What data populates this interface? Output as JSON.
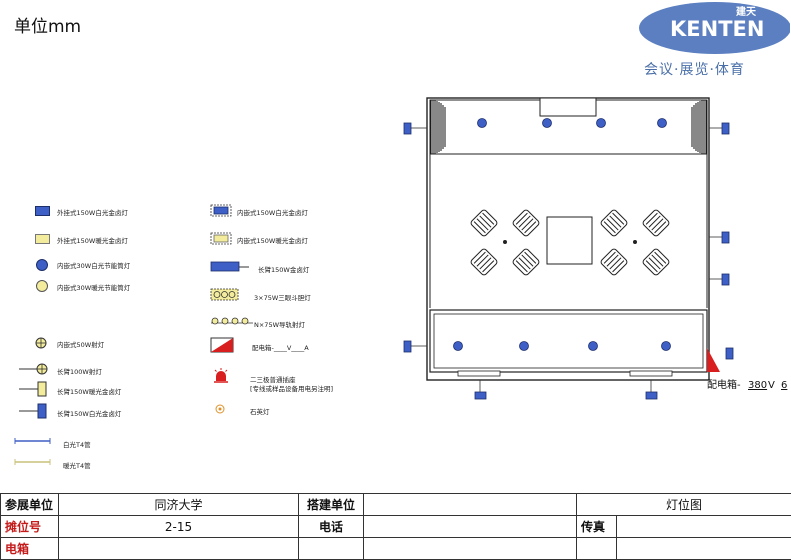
{
  "header": {
    "unit_label": "单位mm",
    "logo_text": "KENTEN",
    "logo_cn": "建天",
    "logo_tagline": "会议·展览·体育"
  },
  "legend": {
    "left": [
      {
        "label": "外挂式150W白光金卤灯",
        "icon": "blue-square-icon"
      },
      {
        "label": "外挂式150W暖光金卤灯",
        "icon": "yellow-square-icon"
      },
      {
        "label": "内嵌式30W白光节能筒灯",
        "icon": "blue-circle-icon"
      },
      {
        "label": "内嵌式30W暖光节能筒灯",
        "icon": "yellow-circle-icon"
      },
      {
        "label": "内嵌式50W射灯",
        "icon": "spotlight-icon"
      },
      {
        "label": "长臂100W射灯",
        "icon": "arm-spotlight-icon"
      },
      {
        "label": "长臂150W暖光金卤灯",
        "icon": "arm-warm-lamp-icon"
      },
      {
        "label": "长臂150W白光金卤灯",
        "icon": "arm-white-lamp-icon"
      },
      {
        "label": "白光T4管",
        "icon": "white-tube-icon"
      },
      {
        "label": "暖光T4管",
        "icon": "warm-tube-icon"
      }
    ],
    "right": [
      {
        "label": "内嵌式150W白光金卤灯",
        "icon": "recessed-blue-square-icon"
      },
      {
        "label": "内嵌式150W暖光金卤灯",
        "icon": "recessed-yellow-square-icon"
      },
      {
        "label": "长臂150W金卤灯",
        "icon": "arm-lamp-icon"
      },
      {
        "label": "3×75W三眼斗胆灯",
        "icon": "triple-lamp-icon"
      },
      {
        "label": "N×75W导轨射灯",
        "icon": "track-light-icon"
      },
      {
        "label": "配电箱-____V____A",
        "icon": "distribution-box-icon"
      },
      {
        "label": "二三极普通插座",
        "icon": "socket-icon"
      },
      {
        "label": "[专线或样品设备用电另注明]",
        "icon": ""
      },
      {
        "label": "石英灯",
        "icon": "quartz-lamp-icon"
      }
    ]
  },
  "floorplan": {
    "distribution_label": "配电箱-",
    "voltage": "380",
    "voltage_unit": "V",
    "amperage": "6"
  },
  "info_table": {
    "exhibitor_label": "参展单位",
    "exhibitor_value": "同济大学",
    "builder_label": "搭建单位",
    "builder_value": "",
    "doc_title": "灯位图",
    "booth_label": "摊位号",
    "booth_value": "2-15",
    "phone_label": "电话",
    "phone_value": "",
    "fax_label": "传真",
    "fax_value": "",
    "email_label": "电箱",
    "email_value": ""
  },
  "colors": {
    "lamp_blue": "#3e5fc6",
    "lamp_yellow": "#f3ec9c",
    "logo_blue": "#5b7fc0",
    "label_red": "#c41a1a"
  }
}
